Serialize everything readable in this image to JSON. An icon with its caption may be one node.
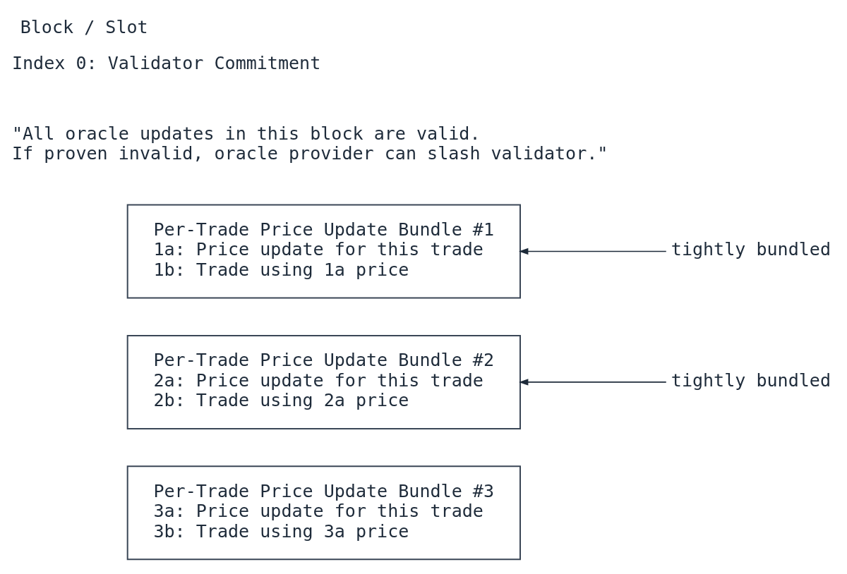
{
  "diagram": {
    "title": "Block / Slot",
    "nodes": [
      {
        "text": [
          "Per-Trade Price Update Bundle #1",
          "1a: Price update for this trade",
          "1b: Trade using 1a price"
        ]
      },
      {
        "text": [
          "tightly bundled"
        ]
      },
      {
        "text": [
          "Per-Trade Price Update Bundle #2",
          "2a: Price update for this trade",
          "2b: Trade using 2a price"
        ]
      },
      {
        "text": [
          "tightly bundled"
        ]
      },
      {
        "text": [
          "Per-Trade Price Update Bundle #3",
          "3a: Price update for this trade",
          "3b: Trade using 3a price"
        ]
      }
    ],
    "edges": [
      {
        "from": 1,
        "to": 0,
        "arrow": "to"
      },
      {
        "from": 3,
        "to": 2,
        "arrow": "to"
      }
    ],
    "labels": [
      "Index 0: Validator Commitment",
      "\"All oracle updates in this block are valid. If proven invalid, oracle provider can slash validator.\""
    ]
  }
}
